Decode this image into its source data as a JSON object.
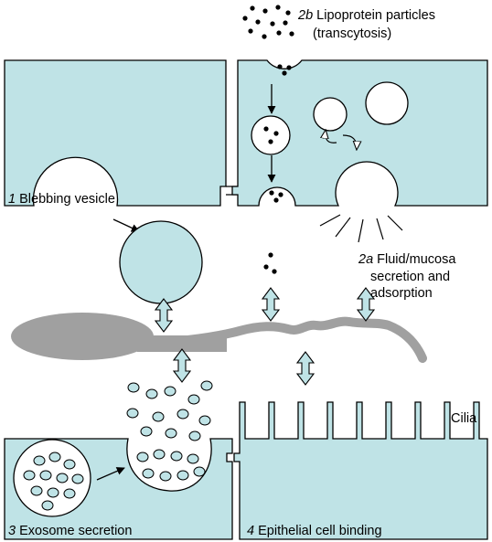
{
  "labels": {
    "blebbing": {
      "num": "1",
      "text": " Blebbing vesicle"
    },
    "lipoprotein": {
      "num": "2b",
      "text": " Lipoprotein particles",
      "line2": "(transcytosis)"
    },
    "fluid": {
      "num": "2a",
      "text": " Fluid/mucosa",
      "line2": "secretion and",
      "line3": "adsorption"
    },
    "exosome": {
      "num": "3",
      "text": " Exosome secretion"
    },
    "epithelial": {
      "num": "4",
      "text": " Epithelial cell binding"
    },
    "cilia": "Cilia"
  },
  "colors": {
    "cell_fill": "#bfe3e6",
    "outline": "#000000",
    "sperm": "#a0a0a0",
    "background": "#ffffff"
  },
  "icons": {
    "double_arrow": "vertical-double-arrow-icon",
    "cycle": "circular-arrows-icon"
  }
}
